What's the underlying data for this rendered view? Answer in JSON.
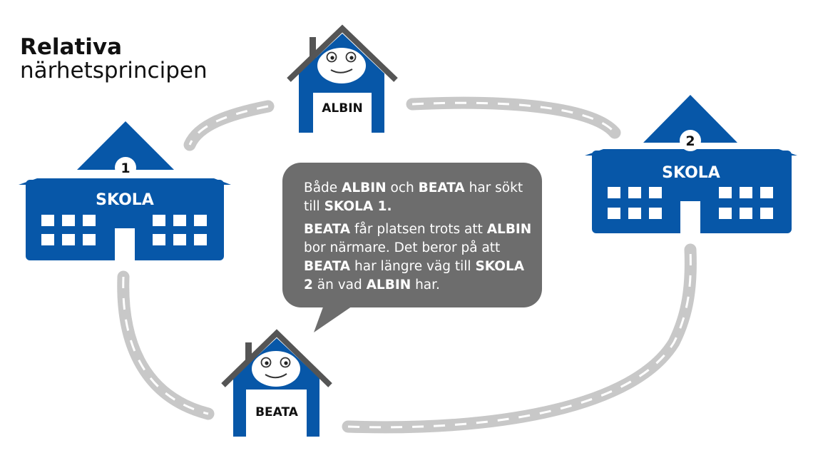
{
  "title": {
    "line1": "Relativa",
    "line2": "närhetsprincipen"
  },
  "schools": [
    {
      "number": "1",
      "label": "SKOLA"
    },
    {
      "number": "2",
      "label": "SKOLA"
    }
  ],
  "houses": [
    {
      "name": "ALBIN"
    },
    {
      "name": "BEATA"
    }
  ],
  "bubble": {
    "p1": [
      {
        "text": "Både ",
        "bold": false
      },
      {
        "text": "ALBIN",
        "bold": true
      },
      {
        "text": " och ",
        "bold": false
      },
      {
        "text": "BEATA",
        "bold": true
      },
      {
        "text": " har sökt till ",
        "bold": false
      },
      {
        "text": "SKOLA 1.",
        "bold": true
      }
    ],
    "p2": [
      {
        "text": "BEATA",
        "bold": true
      },
      {
        "text": " får platsen trots att ",
        "bold": false
      },
      {
        "text": "ALBIN",
        "bold": true
      },
      {
        "text": " bor närmare. Det beror på att ",
        "bold": false
      },
      {
        "text": "BEATA",
        "bold": true
      },
      {
        "text": " har längre väg till ",
        "bold": false
      },
      {
        "text": "SKOLA 2",
        "bold": true
      },
      {
        "text": " än vad ",
        "bold": false
      },
      {
        "text": "ALBIN",
        "bold": true
      },
      {
        "text": " har.",
        "bold": false
      }
    ]
  },
  "colors": {
    "school_blue": "#0757a8",
    "roof_gray": "#555555",
    "road_gray": "#c8c8c8",
    "bubble_gray": "#6d6d6d"
  }
}
